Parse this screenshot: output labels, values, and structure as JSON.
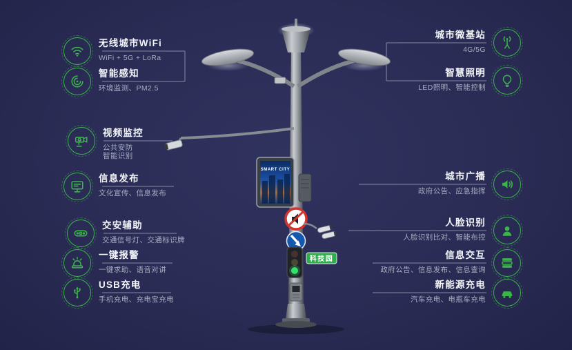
{
  "palette": {
    "background": "#2a2c55",
    "accent_green": "#3bb54a",
    "title_color": "#f3f5f9",
    "subtitle_color": "#a7aec2",
    "sign_red": "#d23430",
    "sign_blue": "#1558b0"
  },
  "left_features": [
    {
      "icon": "wifi-icon",
      "title": "无线城市WiFi",
      "subtitle": "WiFi + 5G + LoRa"
    },
    {
      "icon": "smart-sensing-icon",
      "title": "智能感知",
      "subtitle": "环境监测、PM2.5"
    },
    {
      "icon": "cctv-camera-icon",
      "title": "视频监控",
      "subtitle": "公共安防\n智能识别"
    },
    {
      "icon": "screen-icon",
      "title": "信息发布",
      "subtitle": "文化宣传、信息发布"
    },
    {
      "icon": "traffic-light-icon",
      "title": "交安辅助",
      "subtitle": "交通信号灯、交通标识牌"
    },
    {
      "icon": "alarm-icon",
      "title": "一键报警",
      "subtitle": "一键求助、语音对讲"
    },
    {
      "icon": "usb-icon",
      "title": "USB充电",
      "subtitle": "手机充电、充电宝充电"
    }
  ],
  "right_features": [
    {
      "icon": "antenna-icon",
      "title": "城市微基站",
      "subtitle": "4G/5G"
    },
    {
      "icon": "bulb-icon",
      "title": "智慧照明",
      "subtitle": "LED照明、智能控制"
    },
    {
      "icon": "speaker-icon",
      "title": "城市广播",
      "subtitle": "政府公告、应急指挥"
    },
    {
      "icon": "face-icon",
      "title": "人脸识别",
      "subtitle": "人脸识别比对、智能布控"
    },
    {
      "icon": "info-exchange-icon",
      "title": "信息交互",
      "subtitle": "政府公告、信息发布、信息查询"
    },
    {
      "icon": "ev-charging-icon",
      "title": "新能源充电",
      "subtitle": "汽车充电、电瓶车充电"
    }
  ],
  "pole": {
    "screen_title": "SMART CITY",
    "tech_park_label": "科技园"
  }
}
